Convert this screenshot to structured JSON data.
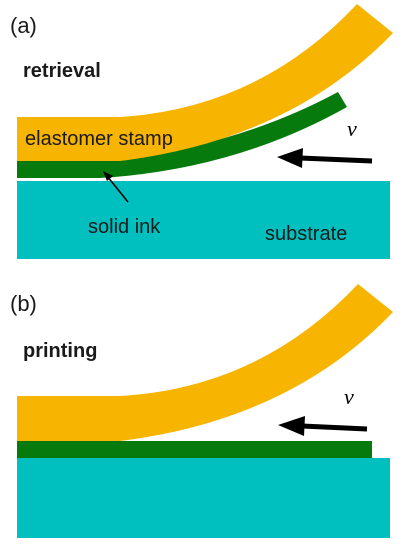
{
  "colors": {
    "stamp": "#F7B400",
    "ink": "#067A0D",
    "substrate": "#00BFBF",
    "arrow": "#000000"
  },
  "panel_a": {
    "label": "(a)",
    "title": "retrieval",
    "stamp_label": "elastomer stamp",
    "ink_label": "solid ink",
    "substrate_label": "substrate",
    "velocity_label": "v"
  },
  "panel_b": {
    "label": "(b)",
    "title": "printing",
    "velocity_label": "v"
  }
}
